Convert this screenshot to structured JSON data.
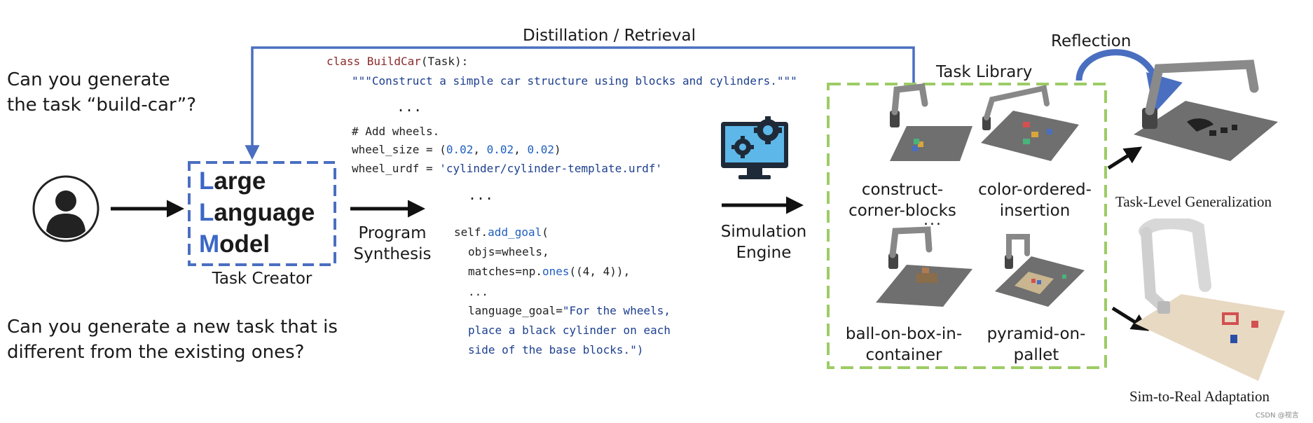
{
  "top_arrow_label": "Distillation / Retrieval",
  "reflection_label": "Reflection",
  "question_1": "Can you generate\nthe task “build-car”?",
  "question_2": "Can you generate a new task that is\ndifferent from the existing ones?",
  "llm": {
    "line1_initial": "L",
    "line1_rest": "arge",
    "line2_initial": "L",
    "line2_rest": "anguage",
    "line3_initial": "M",
    "line3_rest": "odel",
    "caption": "Task Creator"
  },
  "program_synthesis_label": "Program\nSynthesis",
  "simulation_engine_label": "Simulation\nEngine",
  "code": {
    "l1_kw": "class ",
    "l1_name": "BuildCar",
    "l1_rest": "(Task):",
    "l2": "\"\"\"Construct a simple car structure using blocks and cylinders.\"\"\"",
    "ellipsis1": "...",
    "l3": "# Add wheels.",
    "l4_a": "wheel_size = (",
    "l4_n1": "0.02",
    "l4_s1": ", ",
    "l4_n2": "0.02",
    "l4_s2": ", ",
    "l4_n3": "0.02",
    "l4_b": ")",
    "l5_a": "wheel_urdf = ",
    "l5_s": "'cylinder/cylinder-template.urdf'",
    "ellipsis2": "...",
    "l6_a": "self.",
    "l6_fn": "add_goal",
    "l6_b": "(",
    "l7": "objs=wheels,",
    "l8_a": "matches=np.",
    "l8_fn": "ones",
    "l8_b": "((4, 4)),",
    "l9": "...",
    "l10_a": "language_goal=",
    "l10_s": "\"For the wheels,",
    "l11": "place a black cylinder on each",
    "l12": "side of the base blocks.\")"
  },
  "task_library": {
    "title": "Task Library",
    "tasks": [
      "construct-\ncorner-blocks",
      "color-ordered-\ninsertion",
      "ball-on-box-in-\ncontainer",
      "pyramid-on-\npallet"
    ],
    "dots": "..."
  },
  "task_level_label": "Task-Level Generalization",
  "sim_to_real_label": "Sim-to-Real Adaptation",
  "watermark": "CSDN @视言",
  "colors": {
    "blue": "#4a6fc0",
    "green": "#9ccc65",
    "arrow": "#111111"
  }
}
